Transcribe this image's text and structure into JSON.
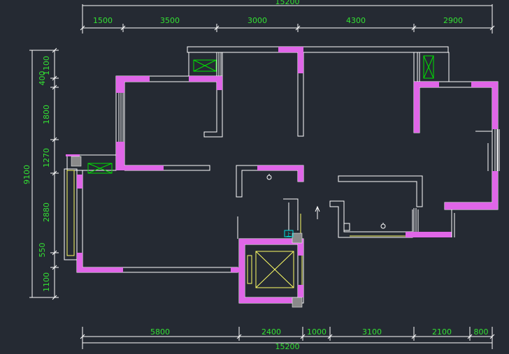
{
  "colors": {
    "background": "#252a33",
    "wall_line": "#ffffff",
    "wall_fill": "#e066e8",
    "dimension_line": "#ffffff",
    "dimension_text": "#33e033",
    "window": "#ffff66",
    "green_fixture": "#00e000",
    "gray_block": "#8a8a8a",
    "cyan": "#00e0e0"
  },
  "dimensions": {
    "top_total": "15200",
    "top": [
      "1500",
      "3500",
      "3000",
      "4300",
      "2900"
    ],
    "left_total": "9100",
    "left": [
      "1100",
      "400",
      "1800",
      "1270",
      "2880",
      "550",
      "1100"
    ],
    "bottom": [
      "5800",
      "2400",
      "1000",
      "3100",
      "2100",
      "800"
    ],
    "bottom_total": "15200"
  },
  "fixtures": {
    "stair_label": "上"
  }
}
